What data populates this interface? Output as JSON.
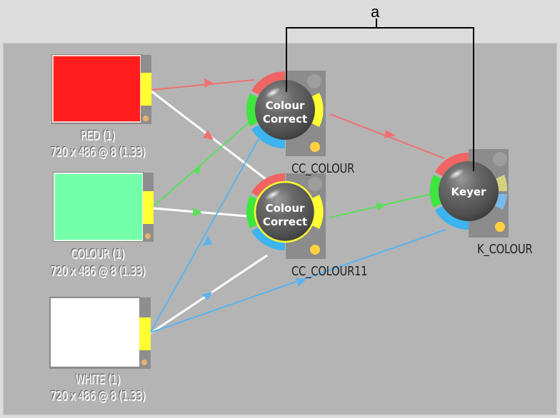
{
  "callout": {
    "letter": "a"
  },
  "clips": [
    {
      "name": "RED (1)",
      "info": "720 x 486 @ 8 (1.33)",
      "swatch_color": "#ff1c1c"
    },
    {
      "name": "COLOUR (1)",
      "info": "720 x 486 @ 8 (1.33)",
      "swatch_color": "#74ffaa"
    },
    {
      "name": "WHITE (1)",
      "info": "720 x 486 @ 8 (1.33)",
      "swatch_color": "#ffffff"
    }
  ],
  "nodes": [
    {
      "type_line1": "Colour",
      "type_line2": "Correct",
      "name": "CC_COLOUR",
      "selected": false
    },
    {
      "type_line1": "Colour",
      "type_line2": "Correct",
      "name": "CC_COLOUR11",
      "selected": true
    },
    {
      "type_line1": "Keyer",
      "name": "K_COLOUR",
      "selected": false
    }
  ],
  "colors": {
    "background_top": "#dcdcdc",
    "canvas": "#b4b4b4",
    "port_red": "#f06464",
    "port_green": "#3ee63e",
    "port_blue": "#3cb4f0",
    "port_yellow": "#ffff32",
    "link_red": "#f07070",
    "link_green": "#5ae05a",
    "link_white": "#ffffff",
    "link_blue": "#5ab4f0"
  },
  "connections": [
    {
      "from": "RED (1)",
      "to": "CC_COLOUR",
      "channel": "red"
    },
    {
      "from": "RED (1)",
      "to": "CC_COLOUR11",
      "channel": "front"
    },
    {
      "from": "COLOUR (1)",
      "to": "CC_COLOUR",
      "channel": "green"
    },
    {
      "from": "COLOUR (1)",
      "to": "CC_COLOUR11",
      "channel": "front"
    },
    {
      "from": "WHITE (1)",
      "to": "CC_COLOUR",
      "channel": "blue"
    },
    {
      "from": "WHITE (1)",
      "to": "CC_COLOUR11",
      "channel": "front"
    },
    {
      "from": "WHITE (1)",
      "to": "K_COLOUR",
      "channel": "blue"
    },
    {
      "from": "CC_COLOUR",
      "to": "K_COLOUR",
      "channel": "red"
    },
    {
      "from": "CC_COLOUR11",
      "to": "K_COLOUR",
      "channel": "green"
    }
  ]
}
